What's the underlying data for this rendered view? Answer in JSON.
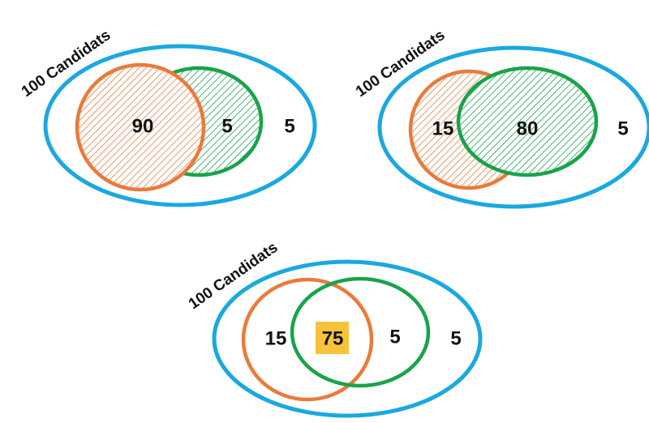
{
  "colors": {
    "universe": "#1aa8e0",
    "set_a": "#ea7a3b",
    "set_b": "#19a34a",
    "highlight": "#f7c33a",
    "text": "#111111"
  },
  "diagrams": [
    {
      "universe_label": "100 Candidats",
      "only_a": "90",
      "only_b": "5",
      "outside": "5",
      "hatch": true
    },
    {
      "universe_label": "100 Candidats",
      "only_a": "15",
      "both": "80",
      "outside": "5",
      "hatch": true
    },
    {
      "universe_label": "100 Candidats",
      "only_a": "15",
      "both": "75",
      "only_b": "5",
      "outside": "5",
      "hatch": false,
      "highlight_both": true
    }
  ]
}
